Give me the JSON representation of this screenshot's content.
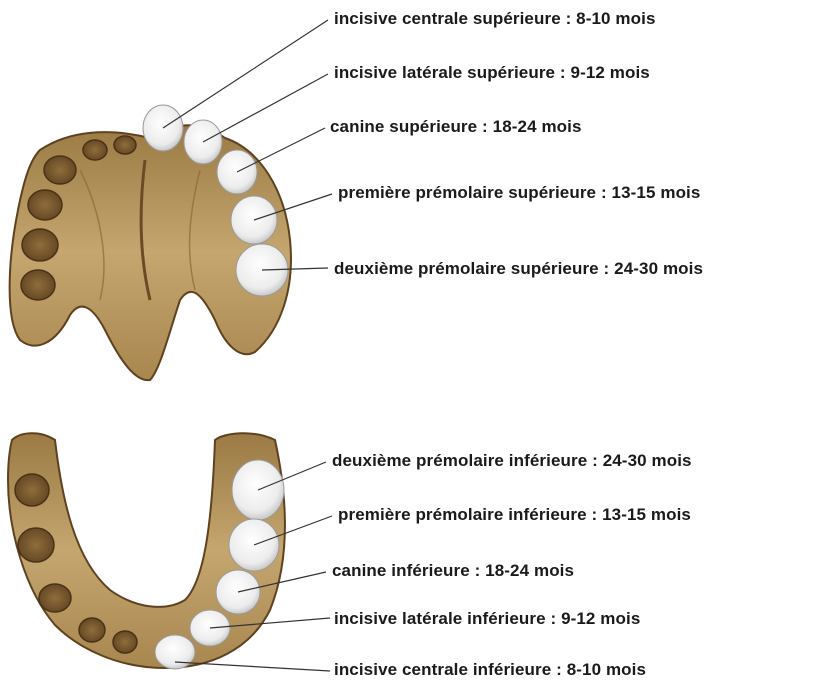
{
  "upper_jaw": {
    "labels": [
      {
        "name": "incisive centrale supérieure",
        "age": "8-10 mois"
      },
      {
        "name": "incisive latérale supérieure",
        "age": "9-12 mois"
      },
      {
        "name": "canine supérieure",
        "age": "18-24 mois"
      },
      {
        "name": "première prémolaire supérieure",
        "age": "13-15 mois"
      },
      {
        "name": "deuxième prémolaire supérieure",
        "age": "24-30 mois"
      }
    ]
  },
  "lower_jaw": {
    "labels": [
      {
        "name": "deuxième prémolaire inférieure",
        "age": "24-30 mois"
      },
      {
        "name": "première prémolaire inférieure",
        "age": "13-15 mois"
      },
      {
        "name": "canine inférieure",
        "age": "18-24 mois"
      },
      {
        "name": "incisive latérale inférieure",
        "age": "9-12 mois"
      },
      {
        "name": "incisive centrale inférieure",
        "age": "8-10 mois"
      }
    ]
  },
  "colors": {
    "bone": "#b8975a",
    "bone_dark": "#7a5a2e",
    "tooth": "#eeeeee",
    "tooth_shadow": "#c9c9c9",
    "leader_line": "#333333"
  }
}
